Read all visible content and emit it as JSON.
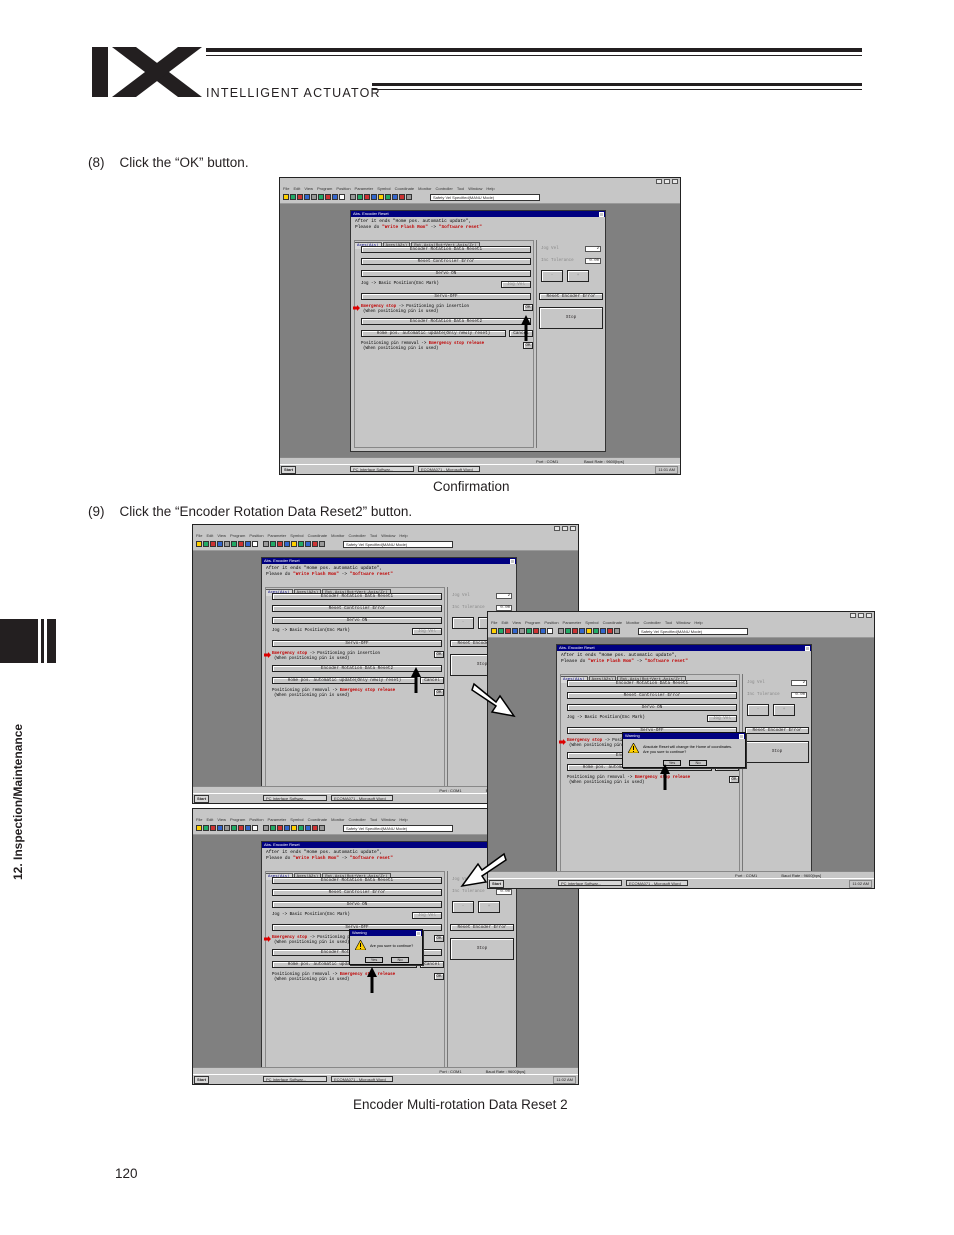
{
  "header": {
    "brand": "INTELLIGENT ACTUATOR"
  },
  "side_tab": {
    "label": "12. Inspection/Maintenance"
  },
  "page_number": "120",
  "steps": {
    "s8": {
      "number": "(8)",
      "text": "Click the “OK” button."
    },
    "s9": {
      "number": "(9)",
      "text": "Click the “Encoder Rotation Data Reset2” button."
    }
  },
  "captions": {
    "c8": "Confirmation",
    "c9": "Encoder Multi-rotation Data Reset 2"
  },
  "app": {
    "window_title": "PC Interface Software for X-SEL",
    "menu": [
      "File",
      "Edit",
      "View",
      "Program",
      "Position",
      "Parameter",
      "Symbol",
      "Coordinate",
      "Monitor",
      "Controller",
      "Tool",
      "Window",
      "Help"
    ],
    "toolbar_select": "Safety Vel Specified(MANU Mode)",
    "status_port": "Port : COM1",
    "status_baud": "Baud Rate : 9600[bps]",
    "start": "Start",
    "task_app": "PC Interface Softwar...",
    "task_word": "ECOMA071 - Microsoft Word",
    "clock_a": "11:01 AM",
    "clock_b": "11:02 AM"
  },
  "dialog": {
    "title": "Abs. Encoder Reset",
    "msg1": "After it ends \"Home pos. automatic update\",",
    "msg2_prefix": "Please do ",
    "msg2_a": "\"Write Flash Rom\"",
    "msg2_mid": " -> ",
    "msg2_b": "\"Software reset\"",
    "tabs": [
      "Axes(Ais)",
      "Axes(A2s)",
      "Rot.Axis(Rot+Vert.Axis(Zr)"
    ],
    "btn_enc_reset1": "Encoder Rotation Data Reset1",
    "btn_reset_error": "Reset Controller Error",
    "btn_servo_on": "Servo ON",
    "jog_label": "Jog -> Basic Position(Enc Mark)",
    "jog_btn": "Jog Vel",
    "btn_servo_off": "Servo-OFF",
    "estop_red": "Emergency stop",
    "estop_rest": " -> Positioning pin insertion",
    "estop_note": "(When positioning pin is used)",
    "ok": "OK",
    "btn_enc_reset2": "Encoder Rotation Data Reset2",
    "btn_home_update": "Home pos. automatic update(Only newly reset)",
    "cancel": "Cancel",
    "pin_remove": "Positioning pin removal -> ",
    "estop_release": "Emergency stop release",
    "pin_note": "(When positioning pin is used)",
    "jog_vel_label": "Jog Vel",
    "jog_vel_value": "2",
    "inc_tol_label": "Inc Tolerance",
    "inc_tol_value": "0.00",
    "btn_minus": "-",
    "btn_plus": "+",
    "btn_reset_enc_err": "Reset Encoder Error",
    "btn_stop": "Stop"
  },
  "warnings": {
    "title": "Warning",
    "msg_continue": "Are you sure to continue?",
    "msg_abs_1": "Absolute Reset will change the Home of coordinates.",
    "msg_abs_2": "Are you sure to continue?",
    "yes": "Yes",
    "no": "No"
  },
  "colors": {
    "ink": "#231f20",
    "screen_bg": "#808080",
    "dialog_title": "#000080",
    "alert_red": "#c00000"
  }
}
